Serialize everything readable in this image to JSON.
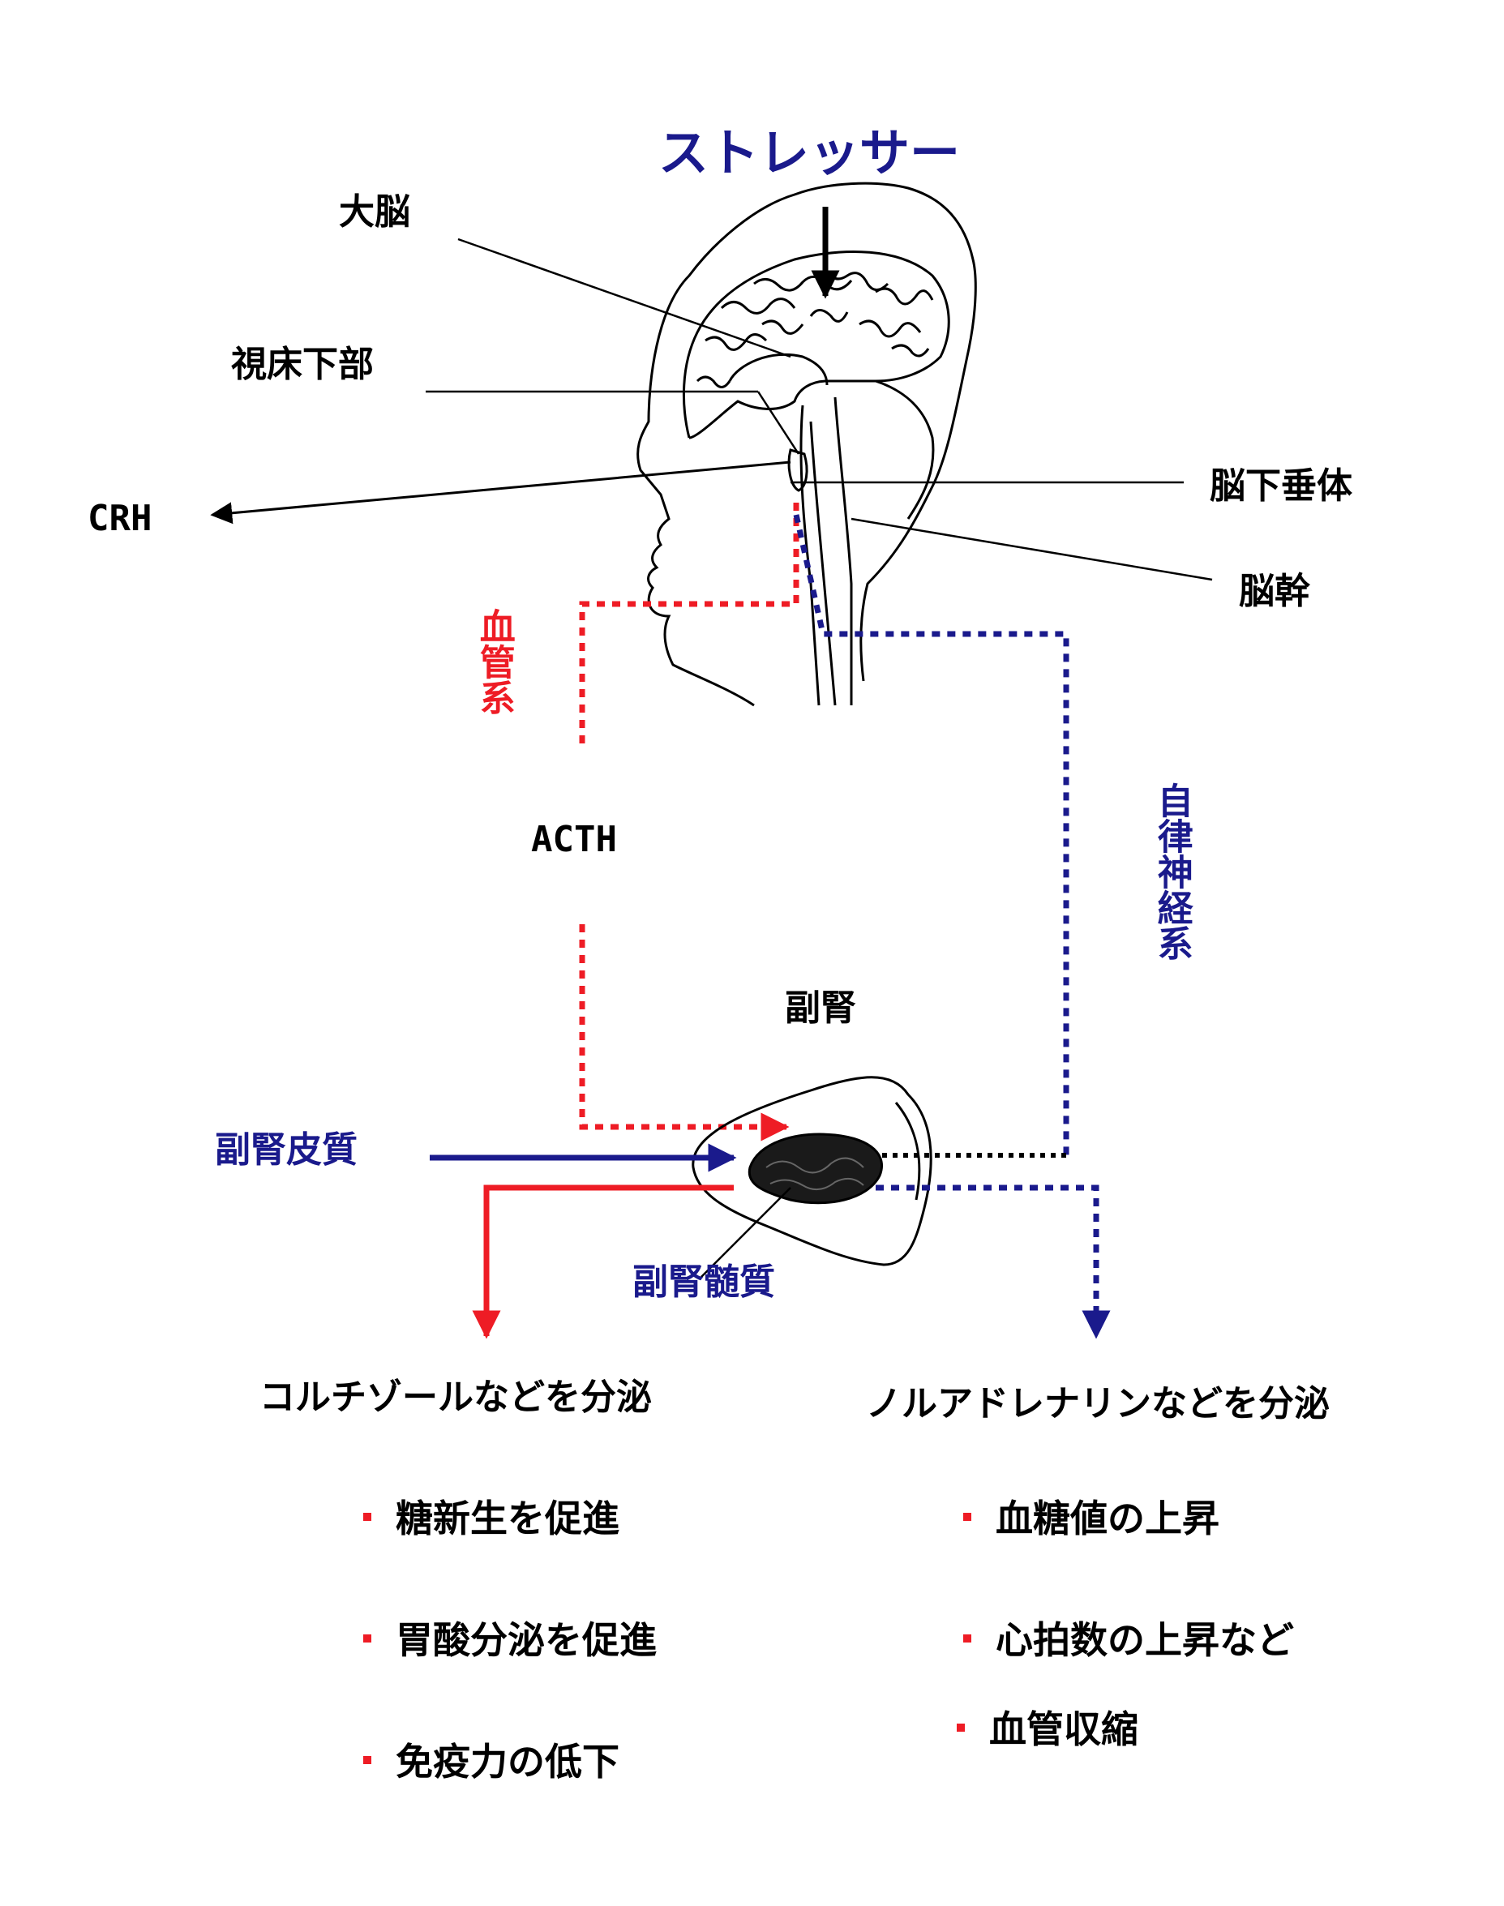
{
  "colors": {
    "blue": "#1a1a8c",
    "red": "#ee1c25",
    "black": "#000000"
  },
  "title": "ストレッサー",
  "labels": {
    "cerebrum": "大脳",
    "hypothalamus": "視床下部",
    "pituitary": "脳下垂体",
    "brainstem": "脳幹",
    "crh": "CRH",
    "vascular": "血管系",
    "acth": "ACTH",
    "autonomic": "自律神経系",
    "adrenal": "副腎",
    "cortex": "副腎皮質",
    "medulla": "副腎髄質"
  },
  "outputs": {
    "left": {
      "heading": "コルチゾールなどを分泌",
      "items": [
        "糖新生を促進",
        "胃酸分泌を促進",
        "免疫力の低下"
      ]
    },
    "right": {
      "heading": "ノルアドレナリンなどを分泌",
      "items": [
        "血糖値の上昇",
        "心拍数の上昇など",
        "血管収縮"
      ]
    }
  },
  "icons": {
    "head": "head-brain-icon",
    "adrenal": "adrenal-gland-icon"
  }
}
